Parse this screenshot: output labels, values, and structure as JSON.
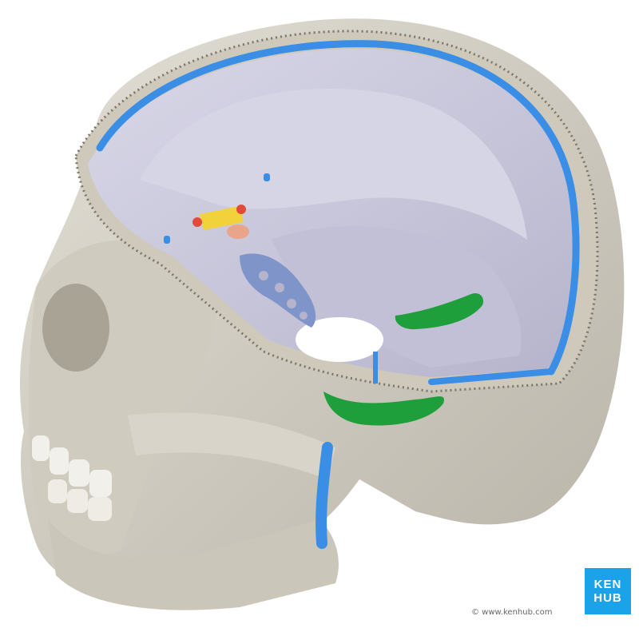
{
  "image": {
    "subject": "skull-sagittal-section",
    "colors": {
      "bone": "#d6d2c7",
      "bone_shadow": "#b9b4a8",
      "dura": "#c9c8dc",
      "dura_light": "#dcdbe9",
      "venous_sinus": "#3a8ee6",
      "sigmoid_sinus": "#1f9e3c",
      "artery": "#e14b3b",
      "nerve": "#f1d23a",
      "brand": "#1aa3e8"
    }
  },
  "watermark": {
    "logo_line1": "KEN",
    "logo_line2": "HUB",
    "copyright": "© www.kenhub.com"
  }
}
